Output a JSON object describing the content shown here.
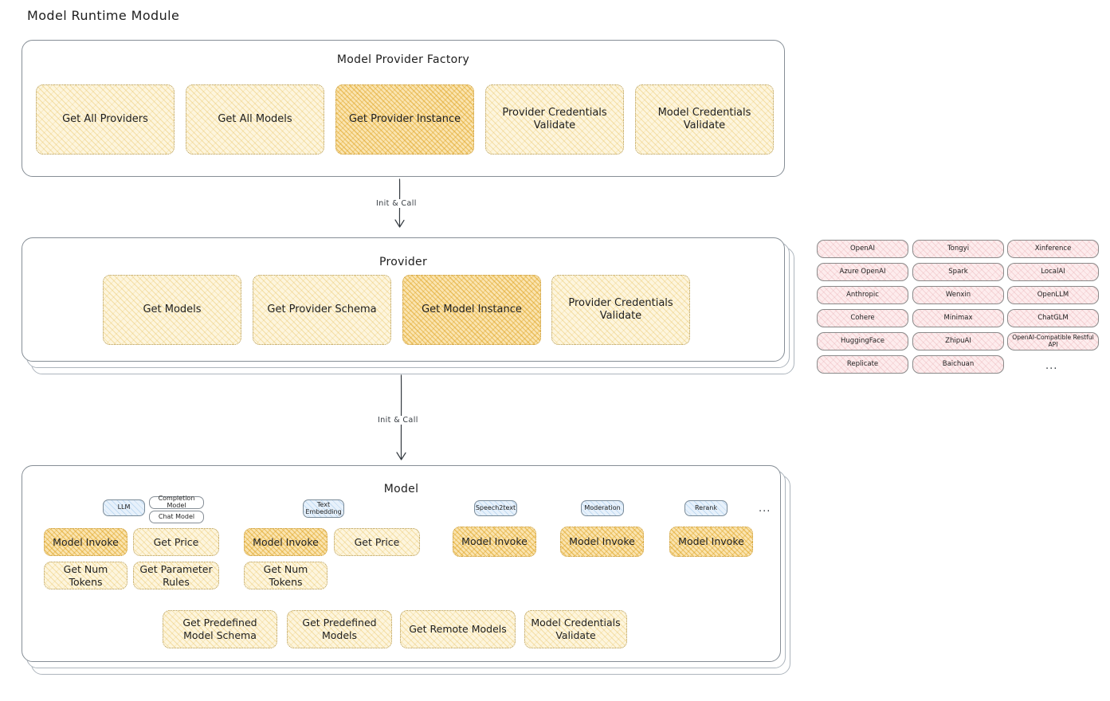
{
  "title": "Model Runtime Module",
  "factory": {
    "title": "Model Provider Factory",
    "boxes": [
      {
        "label": "Get All Providers",
        "highlight": false
      },
      {
        "label": "Get All Models",
        "highlight": false
      },
      {
        "label": "Get Provider Instance",
        "highlight": true
      },
      {
        "label": "Provider Credentials Validate",
        "highlight": false
      },
      {
        "label": "Model Credentials Validate",
        "highlight": false
      }
    ]
  },
  "arrows": [
    {
      "label": "Init & Call"
    },
    {
      "label": "Init & Call"
    }
  ],
  "provider": {
    "title": "Provider",
    "boxes": [
      {
        "label": "Get Models",
        "highlight": false
      },
      {
        "label": "Get Provider Schema",
        "highlight": false
      },
      {
        "label": "Get Model Instance",
        "highlight": true
      },
      {
        "label": "Provider Credentials Validate",
        "highlight": false
      }
    ]
  },
  "provider_list": {
    "columns": [
      [
        "OpenAI",
        "Azure OpenAI",
        "Anthropic",
        "Cohere",
        "HuggingFace",
        "Replicate"
      ],
      [
        "Tongyi",
        "Spark",
        "Wenxin",
        "Minimax",
        "ZhipuAI",
        "Baichuan"
      ],
      [
        "Xinference",
        "LocalAI",
        "OpenLLM",
        "ChatGLM",
        "OpenAI-Compatible Restful API"
      ]
    ],
    "more": "..."
  },
  "model": {
    "title": "Model",
    "more": "...",
    "groups": [
      {
        "type": "LLM",
        "type_style": "blue",
        "subtypes": [
          "Completion Model",
          "Chat Model"
        ],
        "methods": [
          {
            "label": "Model Invoke",
            "highlight": true
          },
          {
            "label": "Get Price",
            "highlight": false
          },
          {
            "label": "Get Num Tokens",
            "highlight": false
          },
          {
            "label": "Get Parameter Rules",
            "highlight": false
          }
        ]
      },
      {
        "type": "Text Embedding",
        "type_style": "blue",
        "subtypes": [],
        "methods": [
          {
            "label": "Model Invoke",
            "highlight": true
          },
          {
            "label": "Get Price",
            "highlight": false
          },
          {
            "label": "Get Num Tokens",
            "highlight": false
          }
        ]
      },
      {
        "type": "Speech2text",
        "type_style": "blue",
        "subtypes": [],
        "methods": [
          {
            "label": "Model Invoke",
            "highlight": true
          }
        ]
      },
      {
        "type": "Moderation",
        "type_style": "blue",
        "subtypes": [],
        "methods": [
          {
            "label": "Model Invoke",
            "highlight": true
          }
        ]
      },
      {
        "type": "Rerank",
        "type_style": "blue",
        "subtypes": [],
        "methods": [
          {
            "label": "Model Invoke",
            "highlight": true
          }
        ]
      }
    ],
    "shared_methods": [
      "Get Predefined Model Schema",
      "Get Predefined Models",
      "Get Remote Models",
      "Model Credentials Validate"
    ]
  },
  "colors": {
    "method_fill": "#fdf5dd",
    "method_fill_strong": "#fae4b0",
    "provider_chip_fill": "#fdeced",
    "type_chip_blue": "#e7f1fb",
    "panel_border": "#868e96",
    "text": "#1e1e1e"
  }
}
